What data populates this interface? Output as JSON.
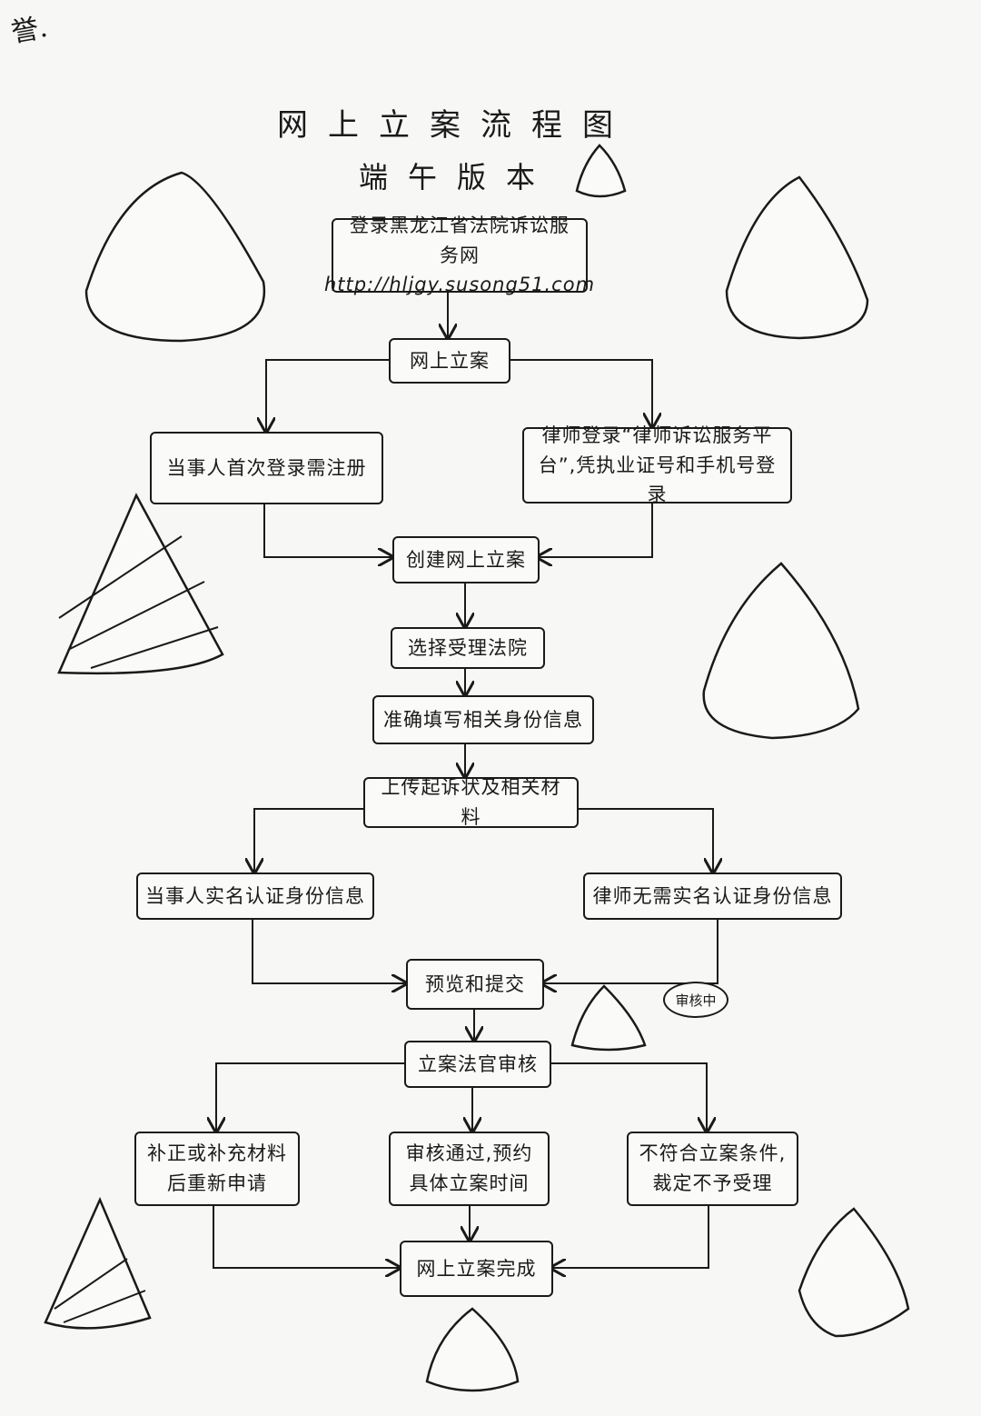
{
  "signature": "誉.",
  "title": "网上立案流程图",
  "subtitle": "端午版本",
  "steps": {
    "login": "登录黑龙江省法院诉讼服务网",
    "login_url": "http://hljgy.susong51.com",
    "online_filing": "网上立案",
    "party_register": "当事人首次登录需注册",
    "lawyer_login": "律师登录“律师诉讼服务平台”,凭执业证号和手机号登录",
    "create_case": "创建网上立案",
    "select_court": "选择受理法院",
    "fill_identity": "准确填写相关身份信息",
    "upload": "上传起诉状及相关材料",
    "party_verify": "当事人实名认证身份信息",
    "lawyer_no_verify": "律师无需实名认证身份信息",
    "preview_submit": "预览和提交",
    "reviewing": "审核中",
    "judge_review": "立案法官审核",
    "supplement": "补正或补充材料后重新申请",
    "approved": "审核通过,预约具体立案时间",
    "rejected": "不符合立案条件,裁定不予受理",
    "complete": "网上立案完成"
  }
}
